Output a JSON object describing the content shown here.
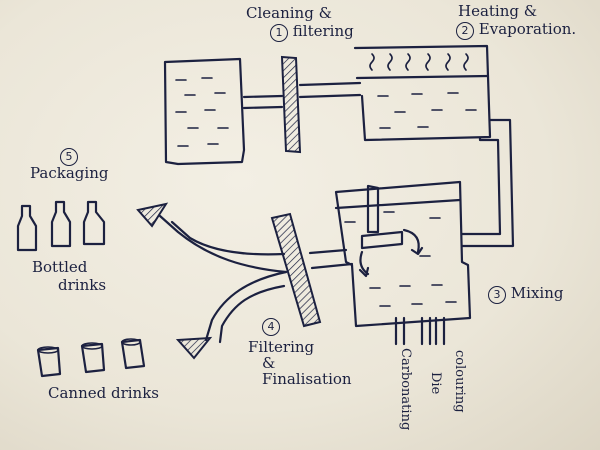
{
  "steps": {
    "s1": {
      "num": "1",
      "title_line1": "Cleaning &",
      "title_line2": "filtering"
    },
    "s2": {
      "num": "2",
      "title_line1": "Heating &",
      "title_line2": "Evaporation."
    },
    "s3": {
      "num": "3",
      "title": "Mixing"
    },
    "s4": {
      "num": "4",
      "title_line1": "Filtering",
      "title_line2": "&",
      "title_line3": "Finalisation"
    },
    "s5": {
      "num": "5",
      "title": "Packaging"
    }
  },
  "outputs": {
    "bottled_line1": "Bottled",
    "bottled_line2": "drinks",
    "canned": "Canned drinks"
  },
  "additives": {
    "carbonating": "Carbonating",
    "dye": "Die",
    "colouring": "colouring"
  }
}
